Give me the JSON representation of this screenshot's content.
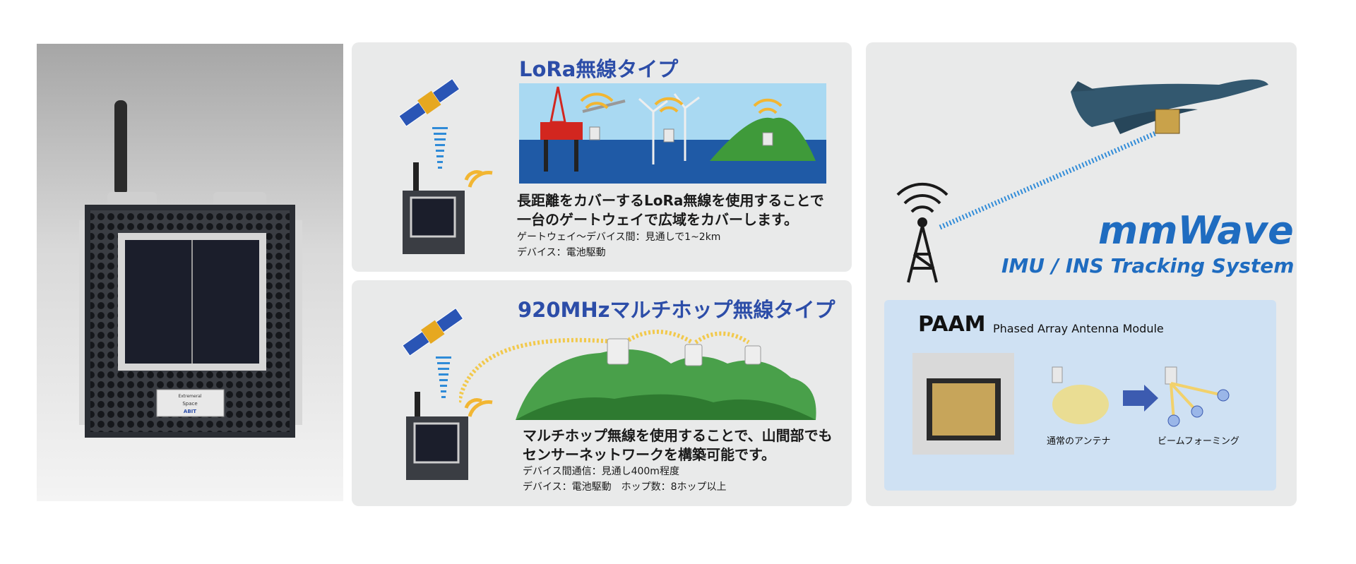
{
  "product": {
    "plate_brand": "Extremeral",
    "plate_model": "Space",
    "plate_logo": "ABIT"
  },
  "lora": {
    "title": "LoRa無線タイプ",
    "desc_line1": "長距離をカバーするLoRa無線を使用することで",
    "desc_line2": "一台のゲートウェイで広域をカバーします。",
    "spec1": "ゲートウェイ〜デバイス間：見通しで1~2km",
    "spec2": "デバイス：電池駆動"
  },
  "multihop": {
    "title": "920MHzマルチホップ無線タイプ",
    "desc_line1": "マルチホップ無線を使用することで、山間部でも",
    "desc_line2": "センサーネットワークを構築可能です。",
    "spec1": "デバイス間通信：見通し400m程度",
    "spec2": "デバイス：電池駆動　ホップ数：8ホップ以上"
  },
  "mmwave": {
    "title": "mmWave",
    "subtitle": "IMU / INS Tracking System",
    "paam_title": "PAAM",
    "paam_subtitle": "Phased Array Antenna Module",
    "label_normal": "通常のアンテナ",
    "label_beam": "ビームフォーミング"
  },
  "colors": {
    "accent_blue": "#2c4da8",
    "mmwave_blue": "#1f6cc0",
    "panel_bg": "#e9eaea",
    "paam_bg": "#cfe1f3",
    "signal_yellow": "#f2b632"
  }
}
